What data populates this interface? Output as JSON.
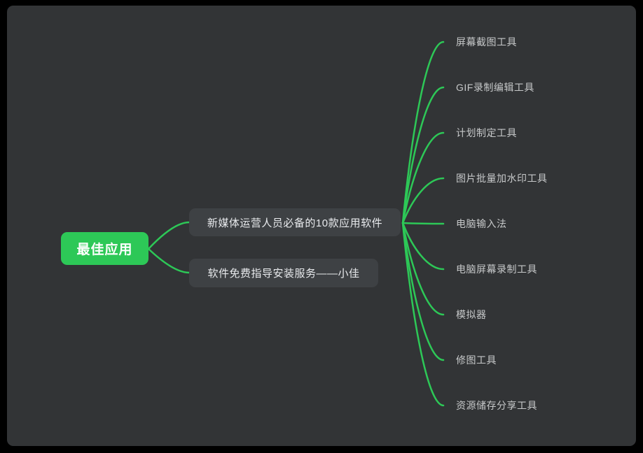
{
  "colors": {
    "accent": "#2dc857",
    "canvas_bg": "#323436",
    "frame_bg": "#000000",
    "node_bg": "#3e4144",
    "root_text": "#ffffff",
    "node_text": "#e8eaed",
    "leaf_text": "#c6c8c9"
  },
  "mindmap": {
    "root": {
      "label": "最佳应用"
    },
    "children": [
      {
        "label": "新媒体运营人员必备的10款应用软件",
        "leaves": [
          "屏幕截图工具",
          "GIF录制编辑工具",
          "计划制定工具",
          "图片批量加水印工具",
          "电脑输入法",
          "电脑屏幕录制工具",
          "模拟器",
          "修图工具",
          "资源储存分享工具"
        ]
      },
      {
        "label": "软件免费指导安装服务——小佳",
        "leaves": []
      }
    ]
  }
}
